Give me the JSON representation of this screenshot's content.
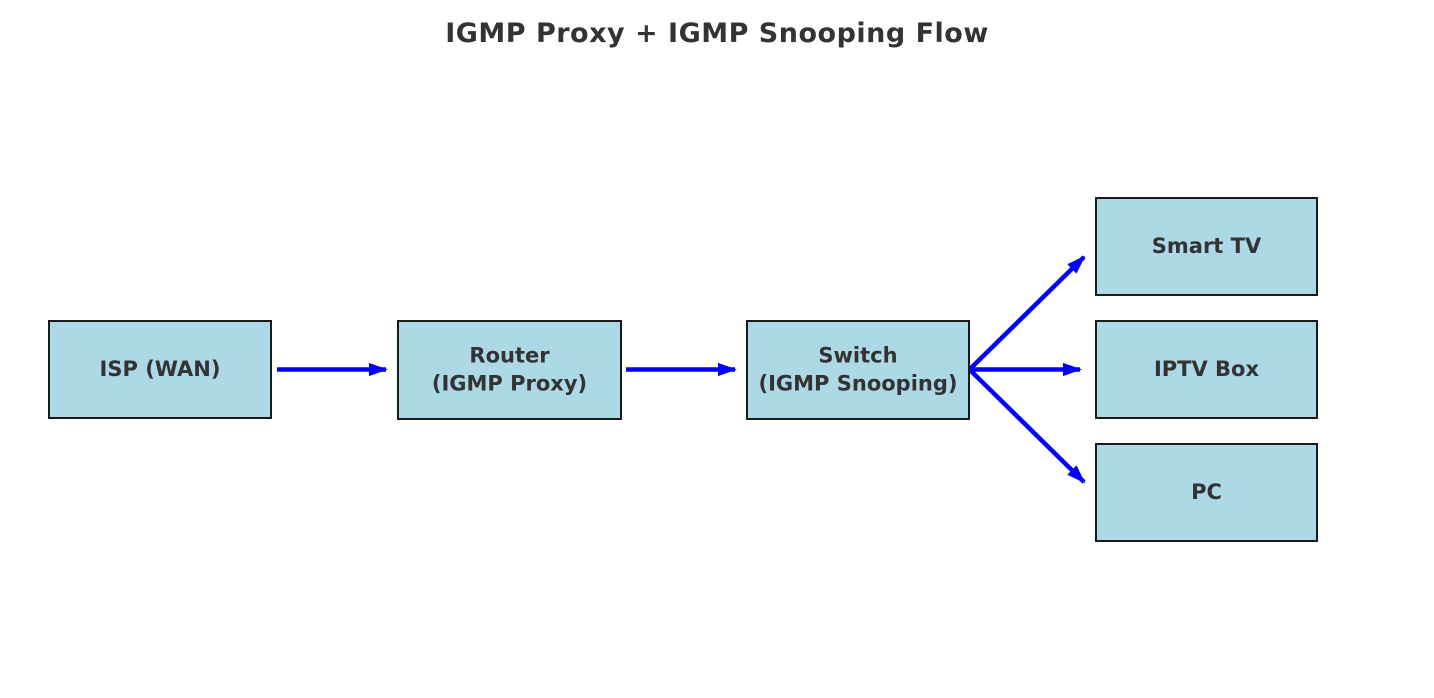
{
  "title": "IGMP Proxy + IGMP Snooping Flow",
  "colors": {
    "node_fill": "#ADD8E6",
    "node_border": "#1a1a1a",
    "arrow": "#0000FF",
    "text": "#333333",
    "background": "#FFFFFF"
  },
  "nodes": {
    "isp": {
      "label": "ISP (WAN)"
    },
    "router": {
      "label": "Router\n(IGMP Proxy)"
    },
    "switch": {
      "label": "Switch\n(IGMP Snooping)"
    },
    "smart_tv": {
      "label": "Smart TV"
    },
    "iptv_box": {
      "label": "IPTV Box"
    },
    "pc": {
      "label": "PC"
    }
  },
  "edges": [
    {
      "from": "ISP (WAN)",
      "to": "Router (IGMP Proxy)"
    },
    {
      "from": "Router (IGMP Proxy)",
      "to": "Switch (IGMP Snooping)"
    },
    {
      "from": "Switch (IGMP Snooping)",
      "to": "Smart TV"
    },
    {
      "from": "Switch (IGMP Snooping)",
      "to": "IPTV Box"
    },
    {
      "from": "Switch (IGMP Snooping)",
      "to": "PC"
    }
  ]
}
